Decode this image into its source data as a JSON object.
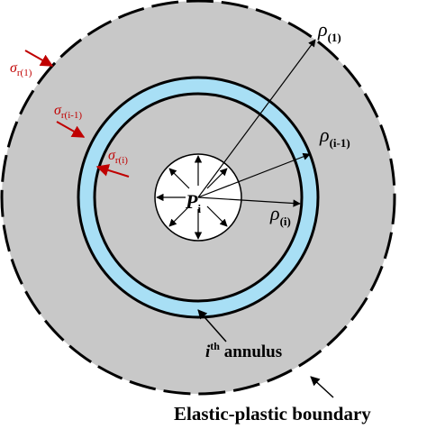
{
  "colors": {
    "background": "#ffffff",
    "plastic_zone": "#c8c8c8",
    "annulus": "#a8dff5",
    "outline": "#000000",
    "stress_arrow": "#c00000",
    "bore": "#ffffff"
  },
  "labels": {
    "rho_1": {
      "main": "ρ",
      "sub": "(1)"
    },
    "rho_im1": {
      "main": "ρ",
      "sub": "(i-1)"
    },
    "rho_i": {
      "main": "ρ",
      "sub": "(i)"
    },
    "sigma_1": {
      "main": "σ",
      "sub": "r(1)"
    },
    "sigma_im1": {
      "main": "σ",
      "sub": "r(i-1)"
    },
    "sigma_i": {
      "main": "σ",
      "sub": "r(i)"
    },
    "pressure": {
      "main": "P",
      "sub": "i"
    },
    "annulus": {
      "main": "i",
      "sup": "th",
      "rest": " annulus"
    },
    "boundary": "Elastic-plastic boundary"
  },
  "icons": {
    "arrow": "arrowhead-icon"
  }
}
